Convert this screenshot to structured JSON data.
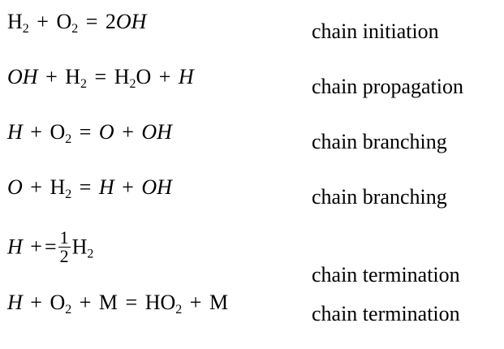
{
  "reactions": [
    {
      "id": "r1",
      "description": "chain initiation"
    },
    {
      "id": "r2",
      "description": "chain propagation"
    },
    {
      "id": "r3",
      "description": "chain branching"
    },
    {
      "id": "r4",
      "description": "chain branching"
    },
    {
      "id": "r5",
      "description": "chain termination"
    },
    {
      "id": "r6",
      "description": "chain termination"
    }
  ],
  "equations": {
    "r1": {
      "a": "H",
      "a_sub": "2",
      "op1": "+",
      "b": "O",
      "b_sub": "2",
      "eq": "=",
      "coef": "2",
      "c": "OH"
    },
    "r2": {
      "a": "OH",
      "op1": "+",
      "b": "H",
      "b_sub": "2",
      "eq": "=",
      "c": "H",
      "c_sub": "2",
      "c2": "O",
      "op2": "+",
      "d": "H"
    },
    "r3": {
      "a": "H",
      "op1": "+",
      "b": "O",
      "b_sub": "2",
      "eq": "=",
      "c": "O",
      "op2": "+",
      "d": "OH"
    },
    "r4": {
      "a": "O",
      "op1": "+",
      "b": "H",
      "b_sub": "2",
      "eq": "=",
      "c": "H",
      "op2": "+",
      "d": "OH"
    },
    "r5": {
      "a": "H",
      "op1": "+",
      "eq": "=",
      "frac_num": "1",
      "frac_den": "2",
      "c": "H",
      "c_sub": "2"
    },
    "r6": {
      "a": "H",
      "op1": "+",
      "b": "O",
      "b_sub": "2",
      "op2": "+",
      "m1": "M",
      "eq": "=",
      "c": "HO",
      "c_sub": "2",
      "op3": "+",
      "m2": "M"
    }
  }
}
